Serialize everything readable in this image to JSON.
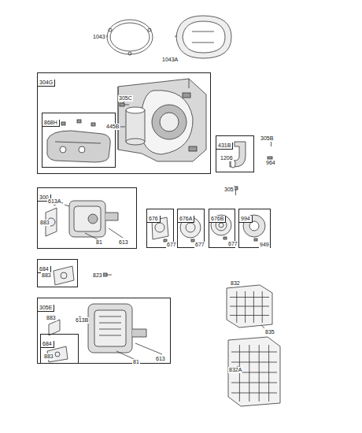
{
  "diagram": {
    "nodes": [
      {
        "text": [
          "304G"
        ]
      },
      {
        "text": [
          "868H"
        ],
        "in": 0
      },
      {
        "text": [
          "431B"
        ]
      },
      {
        "text": [
          "300"
        ]
      },
      {
        "text": [
          "676"
        ]
      },
      {
        "text": [
          "676A"
        ]
      },
      {
        "text": [
          "676B"
        ]
      },
      {
        "text": [
          "994"
        ]
      },
      {
        "text": [
          "684"
        ]
      },
      {
        "text": [
          "305E"
        ]
      },
      {
        "text": [
          "684"
        ],
        "in": 9
      }
    ],
    "labels": [
      "1043",
      "1043A",
      "305C",
      "445B",
      "1206",
      "305B",
      "964",
      "305",
      "613A",
      "883",
      "81",
      "613",
      "677",
      "677",
      "677",
      "949",
      "883",
      "823",
      "832",
      "835",
      "883",
      "613B",
      "883",
      "81",
      "613",
      "832A"
    ]
  }
}
